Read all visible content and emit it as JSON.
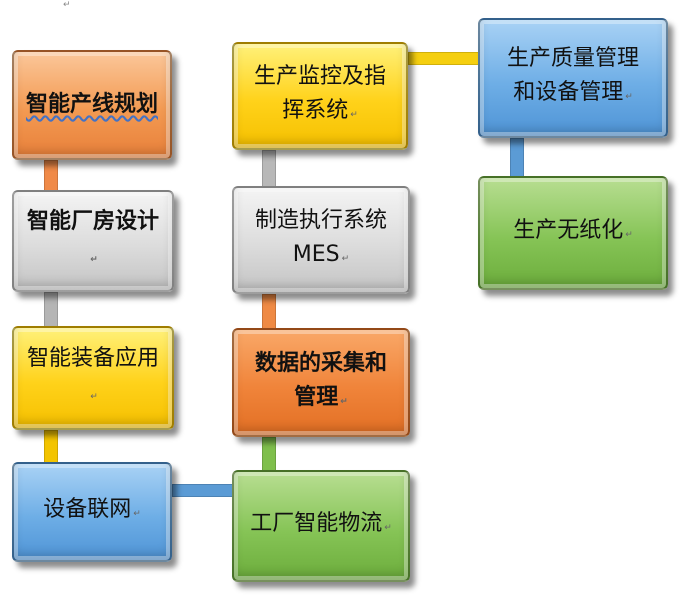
{
  "return_mark": "↵",
  "paragraph_mark": "↵",
  "colors": {
    "orange": "#f39a52",
    "gray": "#dcdcdc",
    "yellow": "#ffd21a",
    "blue": "#6eaee6",
    "green": "#86c456",
    "orange_dark": "#f0843a"
  },
  "boxes": {
    "smart_production_line_planning": "智能产线规划",
    "smart_factory_design": "智能厂房设计",
    "smart_equipment_application": "智能装备应用",
    "equipment_networking": "设备联网",
    "production_monitoring_line1": "生产监控及指",
    "production_monitoring_line2": "挥系统",
    "mes_line1": "制造执行系统",
    "mes_line2": "MES",
    "data_collection_line1": "数据的采集和",
    "data_collection_line2": "管理",
    "factory_logistics": "工厂智能物流",
    "quality_equipment_line1": "生产质量管理",
    "quality_equipment_line2": "和设备管理",
    "paperless_production": "生产无纸化"
  }
}
